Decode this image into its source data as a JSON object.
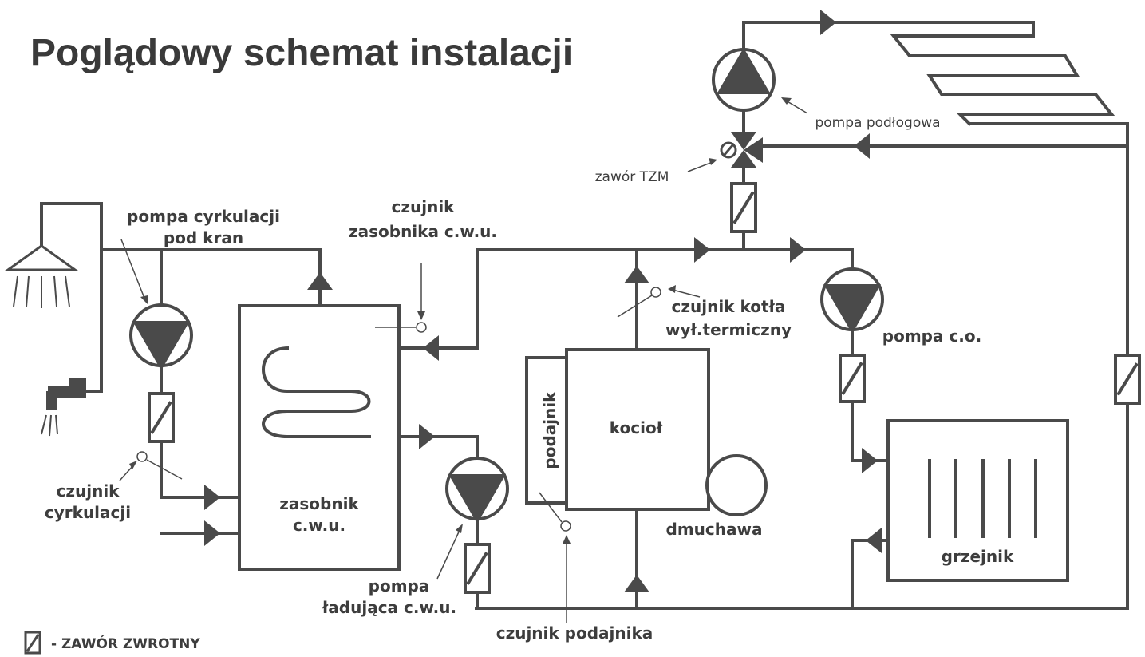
{
  "title": "Poglądowy schemat instalacji",
  "labels": {
    "pompa_cyrkulacji_1": "pompa cyrkulacji",
    "pompa_cyrkulacji_2": "pod kran",
    "czujnik_zasobnika_1": "czujnik",
    "czujnik_zasobnika_2": "zasobnika c.w.u.",
    "czujnik_kotla_1": "czujnik kotła",
    "czujnik_kotla_2": "wył.termiczny",
    "pompa_co": "pompa c.o.",
    "pompa_podlogowa": "pompa podłogowa",
    "zawor_tzm": "zawór TZM",
    "czujnik_cyrkulacji_1": "czujnik",
    "czujnik_cyrkulacji_2": "cyrkulacji",
    "zasobnik_1": "zasobnik",
    "zasobnik_2": "c.w.u.",
    "podajnik": "podajnik",
    "kociol": "kocioł",
    "dmuchawa": "dmuchawa",
    "grzejnik": "grzejnik",
    "pompa_ladujaca_1": "pompa",
    "pompa_ladujaca_2": "ładująca c.w.u.",
    "czujnik_podajnika": "czujnik podajnika",
    "legend": "- ZAWÓR ZWROTNY"
  },
  "colors": {
    "line": "#4a4a4a",
    "text": "#3d3d3d",
    "background": "#ffffff"
  }
}
